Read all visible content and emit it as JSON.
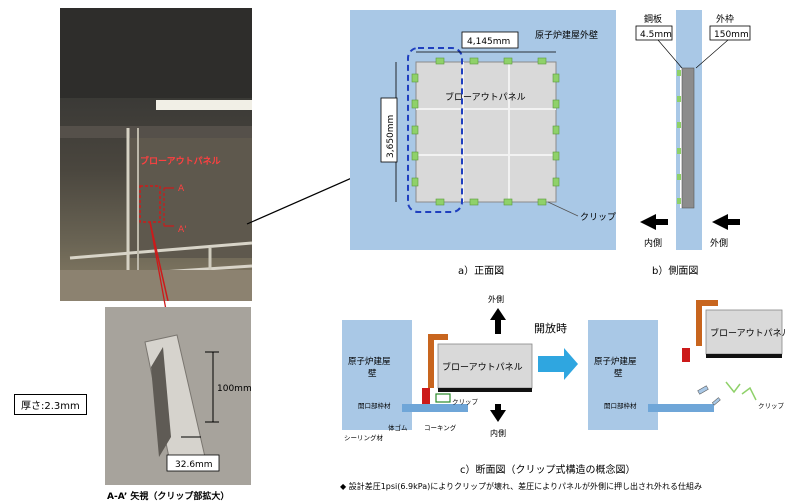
{
  "photo": {
    "panel_label": "ブローアウトパネル",
    "section_a": "A",
    "section_a_prime": "A'",
    "closeup_dim_height": "100mm",
    "closeup_dim_width": "32.6mm",
    "closeup_caption": "A-A’ 矢視（クリップ部拡大）"
  },
  "thickness_label": "厚さ:2.3mm",
  "front_view": {
    "wall_label": "原子炉建屋外壁",
    "width_dim": "4,145mm",
    "height_dim": "3,650mm",
    "panel_label": "ブローアウトパネル",
    "clip_label": "クリップ",
    "caption": "a）正面図"
  },
  "side_view": {
    "plate_label": "鋼板",
    "plate_thickness": "4.5mm",
    "frame_label": "外枠",
    "frame_thickness": "150mm",
    "inside_label": "内側",
    "outside_label": "外側",
    "caption": "b）側面図"
  },
  "section_view": {
    "wall_label_line1": "原子炉建屋",
    "wall_label_line2": "壁",
    "panel_label": "ブローアウトパネル",
    "outside_label": "外側",
    "inside_label": "内側",
    "opening_label": "開放時",
    "clip_label": "クリップ",
    "opening_frame_label": "開口部枠材",
    "rubber_label": "体ゴム",
    "caulking_label": "コーキング",
    "sealing_label": "シーリング材",
    "open_wall_label_line1": "原子炉建屋",
    "open_wall_label_line2": "壁",
    "open_panel_label": "ブローアウトパネル",
    "open_frame_label": "開口部枠材",
    "open_clip_label": "クリップ",
    "caption": "c）断面図（クリップ式構造の概念図）"
  },
  "footnote": "◆ 設計差圧1psi(6.9kPa)によりクリップが壊れ、差圧によりパネルが外側に押し出され外れる仕組み",
  "colors": {
    "wall_blue": "#a9c8e6",
    "panel_gray": "#d9d9d9",
    "clip_green": "#8fd16a",
    "dash_blue": "#1f3fbf",
    "red": "#cc1a1a",
    "orange": "#c8651e",
    "arrow_cyan": "#2fa6e0"
  }
}
